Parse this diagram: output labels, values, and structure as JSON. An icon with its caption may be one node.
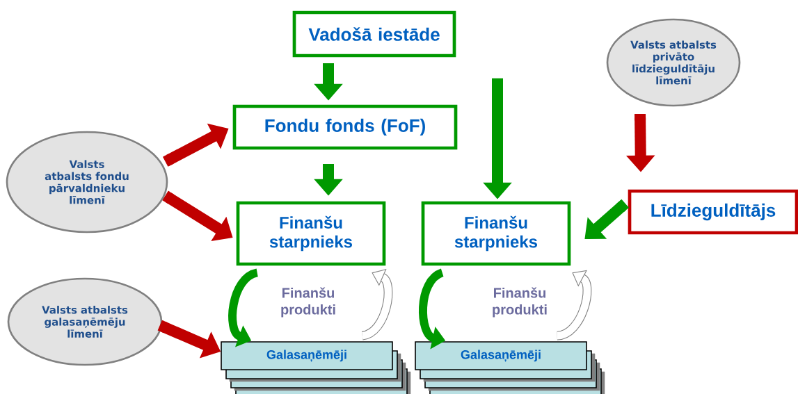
{
  "diagram": {
    "nodes": [
      {
        "text": [
          "Vadošā iestāde"
        ]
      },
      {
        "text": [
          "Fondu  fonds (FoF)"
        ]
      },
      {
        "text": [
          "Valsts atbalsts privāto līdzieguldītāju līmenī"
        ]
      },
      {
        "text": [
          "Valsts atbalsts fondu pārvaldnieku līmenī"
        ]
      },
      {
        "text": [
          "Finanšu starpnieks"
        ]
      },
      {
        "text": [
          "Finanšu starpnieks"
        ]
      },
      {
        "text": [
          "Līdzieguldītājs"
        ]
      },
      {
        "text": [
          "Valsts atbalsts galasaņēmēju līmenī"
        ]
      },
      {
        "text": [
          "Galasaņēmēji"
        ]
      },
      {
        "text": [
          "Galasaņēmēji"
        ]
      }
    ],
    "edges": [
      {
        "from": 0,
        "to": 1,
        "arrow": "to"
      },
      {
        "from": null,
        "to": 5,
        "arrow": "to"
      },
      {
        "from": 3,
        "to": 1,
        "arrow": "to",
        "color": "#c00000"
      },
      {
        "from": 3,
        "to": 4,
        "arrow": "to",
        "color": "#c00000"
      },
      {
        "from": 1,
        "to": 4,
        "arrow": "to"
      },
      {
        "from": 2,
        "to": 6,
        "arrow": "to",
        "color": "#c00000"
      },
      {
        "from": 6,
        "to": 5,
        "arrow": "to"
      },
      {
        "from": 7,
        "to": 8,
        "arrow": "to",
        "color": "#c00000"
      },
      {
        "from": 4,
        "to": 8,
        "arrow": "to"
      },
      {
        "from": 8,
        "to": 4,
        "arrow": "to",
        "color": "#808080"
      },
      {
        "from": 5,
        "to": 9,
        "arrow": "to"
      },
      {
        "from": 9,
        "to": 5,
        "arrow": "to",
        "color": "#808080"
      }
    ],
    "labels": [
      "Finanšu produkti",
      "Finanšu produkti"
    ]
  }
}
